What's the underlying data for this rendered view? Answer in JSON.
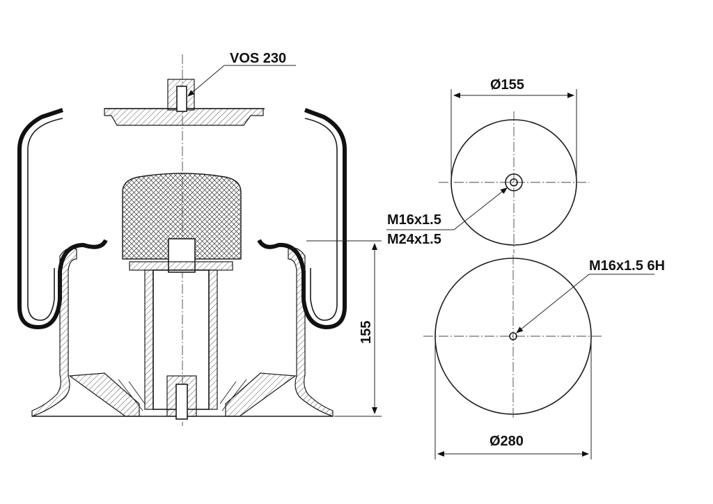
{
  "labels": {
    "valve": "VOS 230",
    "top_diameter": "Ø155",
    "top_threads_1": "M16x1.5",
    "top_threads_2": "M24x1.5",
    "bottom_thread": "M16x1.5 6H",
    "bottom_diameter": "Ø280",
    "height": "155"
  }
}
